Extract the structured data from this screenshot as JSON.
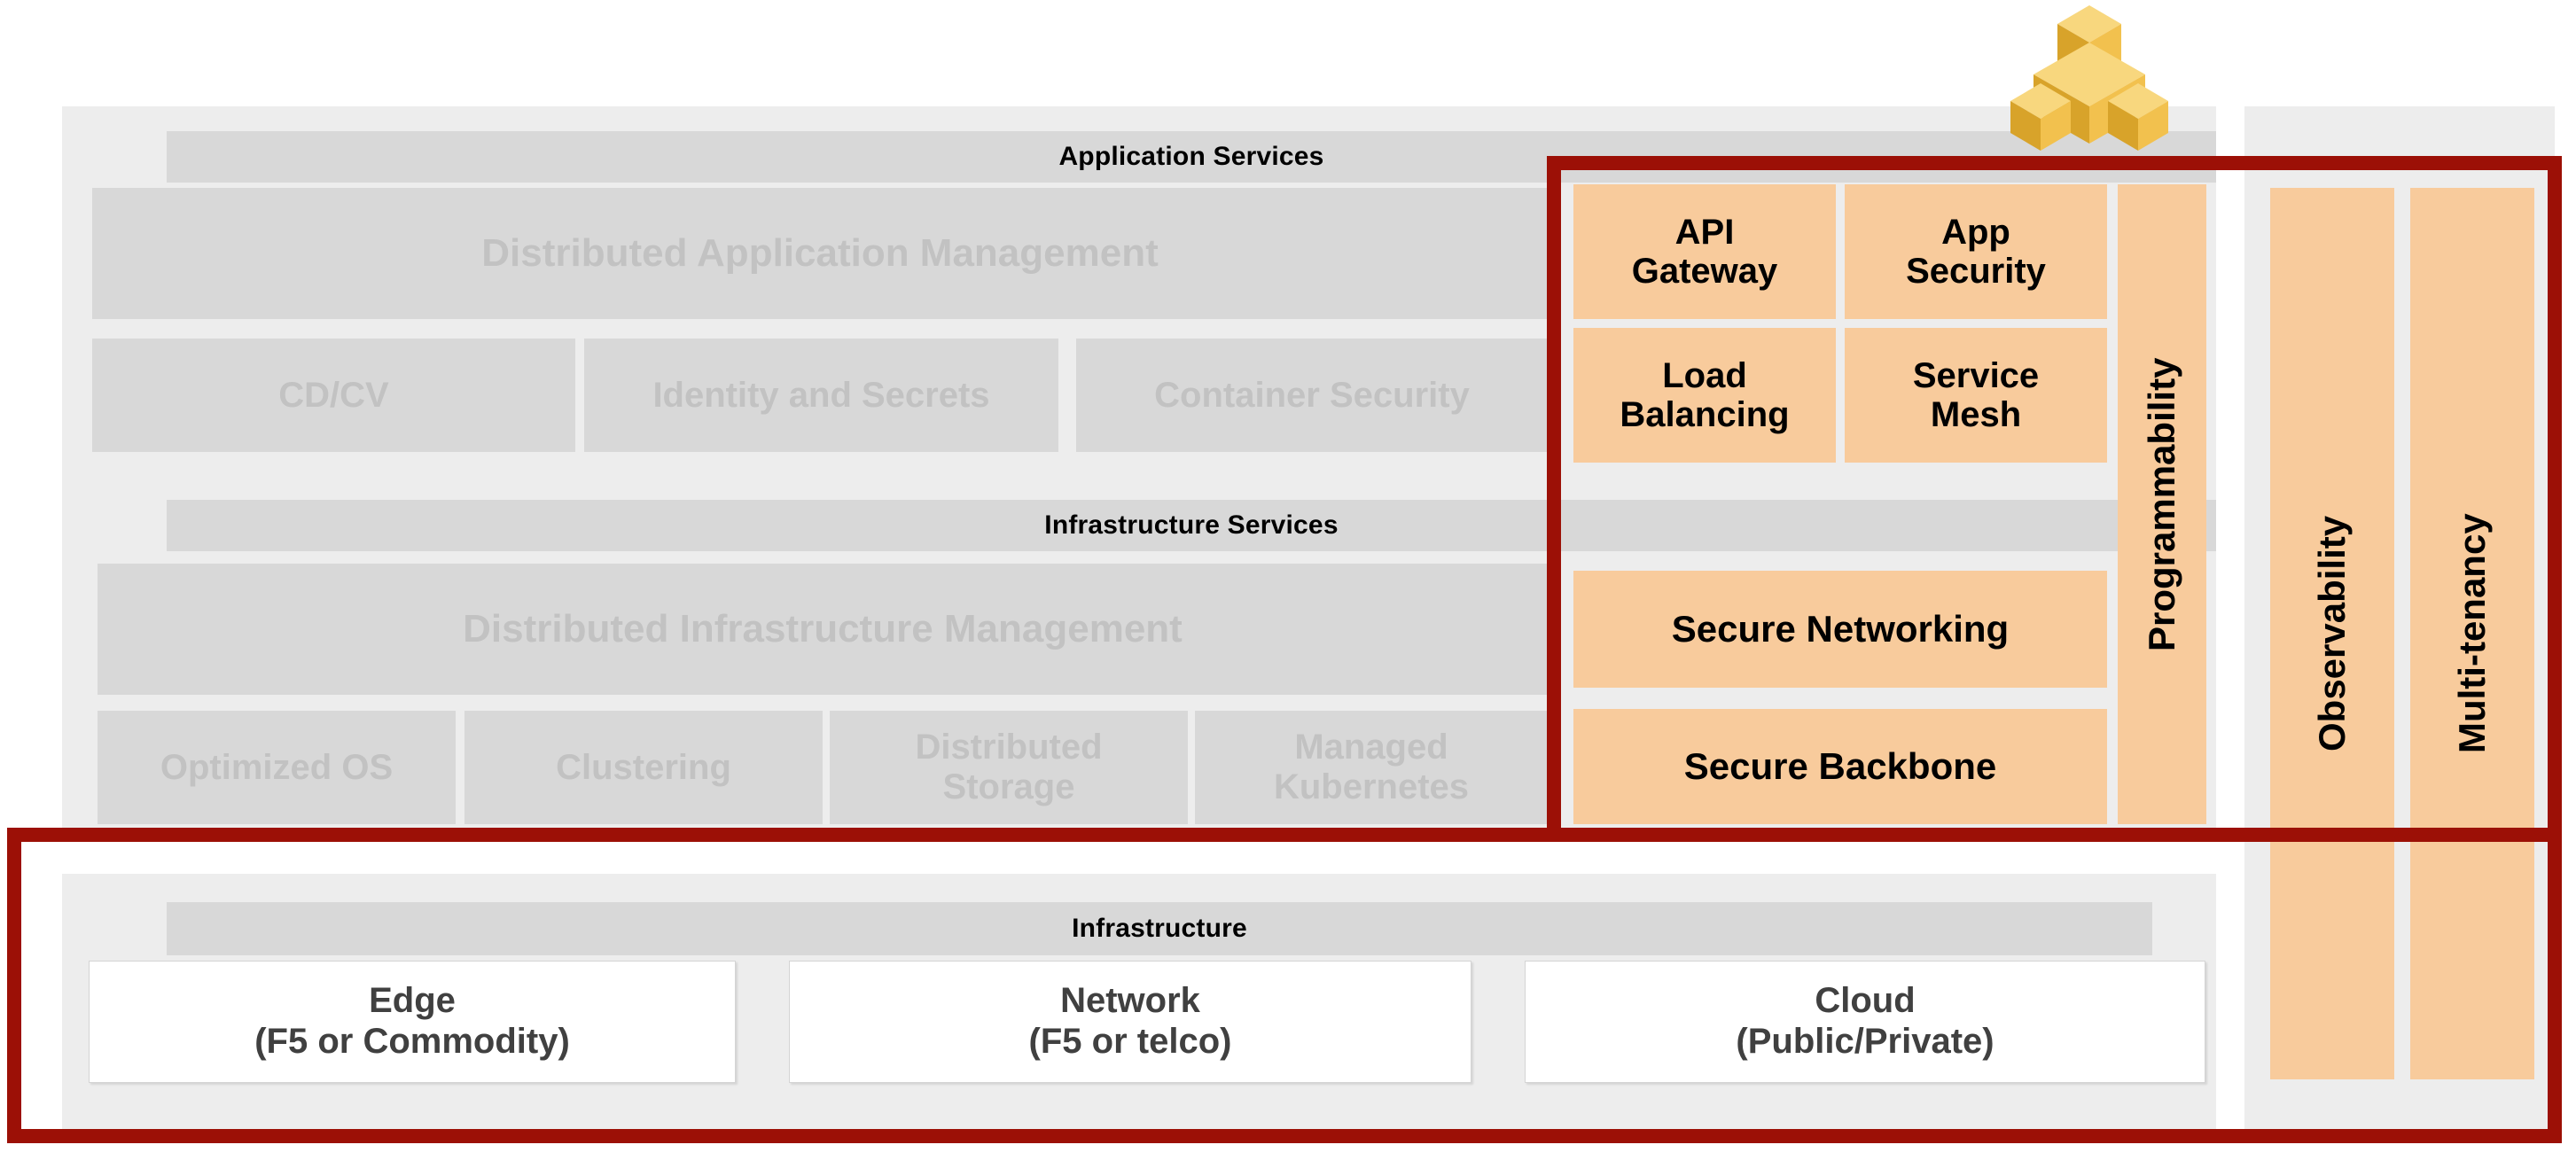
{
  "diagram": {
    "title": "Platform services architecture stack",
    "colors": {
      "panel_bg": "#ededed",
      "band_bg": "#d8d8d8",
      "ghost_text": "#c2c2c2",
      "orange_fill": "#f8cb9c",
      "highlight_red": "#9c1006",
      "white_box": "#ffffff",
      "cube_gold": "#f2c14e",
      "cube_gold_dark": "#d8a32a",
      "cube_gold_light": "#f8d77e"
    },
    "logo": {
      "icon": "stacked-cubes-icon",
      "label": "Stacked cubes logo"
    }
  },
  "application_services": {
    "header": "Application Services",
    "primary": "Distributed Application Management",
    "items": [
      "CD/CV",
      "Identity and Secrets",
      "Container Security"
    ]
  },
  "infrastructure_services": {
    "header": "Infrastructure Services",
    "primary": "Distributed Infrastructure Management",
    "items": [
      "Optimized OS",
      "Clustering",
      "Distributed Storage",
      "Managed Kubernetes"
    ]
  },
  "highlighted_services": {
    "app_tier": [
      {
        "line1": "API",
        "line2": "Gateway"
      },
      {
        "line1": "App",
        "line2": "Security"
      },
      {
        "line1": "Load",
        "line2": "Balancing"
      },
      {
        "line1": "Service",
        "line2": "Mesh"
      }
    ],
    "infra_tier": [
      "Secure Networking",
      "Secure Backbone"
    ],
    "sidebar_label": "Programmability"
  },
  "cross_cutting": {
    "columns": [
      "Observability",
      "Multi-tenancy"
    ]
  },
  "infrastructure": {
    "header": "Infrastructure",
    "items": [
      {
        "line1": "Edge",
        "line2": "(F5 or Commodity)"
      },
      {
        "line1": "Network",
        "line2": "(F5 or telco)"
      },
      {
        "line1": "Cloud",
        "line2": "(Public/Private)"
      }
    ]
  }
}
